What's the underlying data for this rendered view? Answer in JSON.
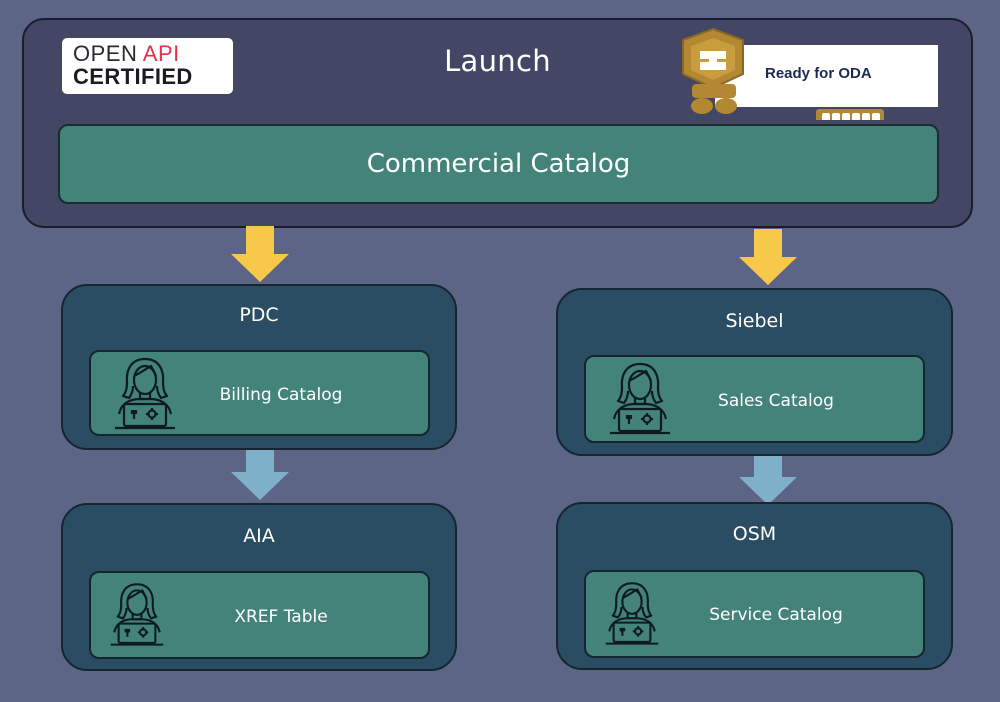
{
  "launch": {
    "title": "Launch",
    "commercial_catalog": "Commercial Catalog",
    "openapi_badge": {
      "line1_open": "OPEN",
      "line1_api": "API",
      "line2": "CERTIFIED"
    },
    "oda_badge": {
      "label": "Ready for ODA"
    }
  },
  "systems": {
    "pdc": {
      "title": "PDC",
      "catalog": "Billing Catalog"
    },
    "siebel": {
      "title": "Siebel",
      "catalog": "Sales Catalog"
    },
    "aia": {
      "title": "AIA",
      "catalog": "XREF Table"
    },
    "osm": {
      "title": "OSM",
      "catalog": "Service Catalog"
    }
  },
  "colors": {
    "background": "#5d6587",
    "launch_box": "#434664",
    "catalog_bar": "#438379",
    "system_box": "#2b4d63",
    "arrow_yellow": "#f8c84a",
    "arrow_blue": "#7eb1c9"
  }
}
